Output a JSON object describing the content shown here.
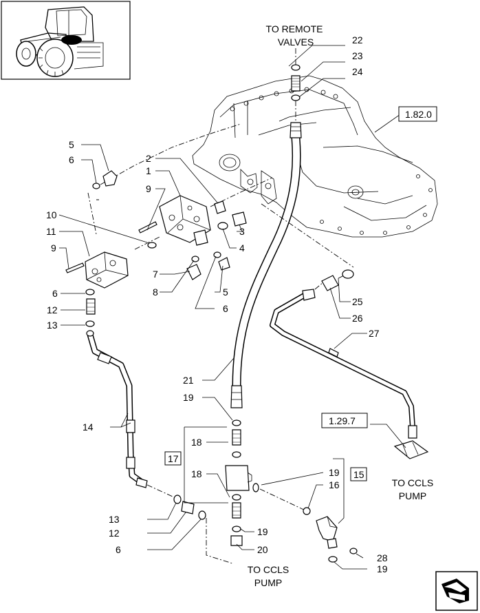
{
  "callouts": {
    "c1": "1",
    "c2": "2",
    "c3": "3",
    "c4": "4",
    "c5a": "5",
    "c5b": "5",
    "c6a": "6",
    "c6b": "6",
    "c6c": "6",
    "c6d": "6",
    "c7": "7",
    "c8": "8",
    "c9a": "9",
    "c9b": "9",
    "c10": "10",
    "c11": "11",
    "c12a": "12",
    "c12b": "12",
    "c13a": "13",
    "c13b": "13",
    "c14": "14",
    "c15": "15",
    "c16": "16",
    "c17": "17",
    "c18a": "18",
    "c18b": "18",
    "c19a": "19",
    "c19b": "19",
    "c19c": "19",
    "c19d": "19",
    "c20": "20",
    "c21": "21",
    "c22": "22",
    "c23": "23",
    "c24": "24",
    "c25": "25",
    "c26": "26",
    "c27": "27",
    "c28": "28"
  },
  "references": {
    "ref_1820": "1.82.0",
    "ref_1297": "1.29.7"
  },
  "labels": {
    "remote_line1": "TO REMOTE",
    "remote_line2": "VALVES",
    "ccls_right_line1": "TO CCLS",
    "ccls_right_line2": "PUMP",
    "ccls_bottom_line1": "TO CCLS",
    "ccls_bottom_line2": "PUMP"
  },
  "icons": {
    "thumbnail": "tractor-thumbnail-icon",
    "nav": "next-page-arrow-icon"
  }
}
